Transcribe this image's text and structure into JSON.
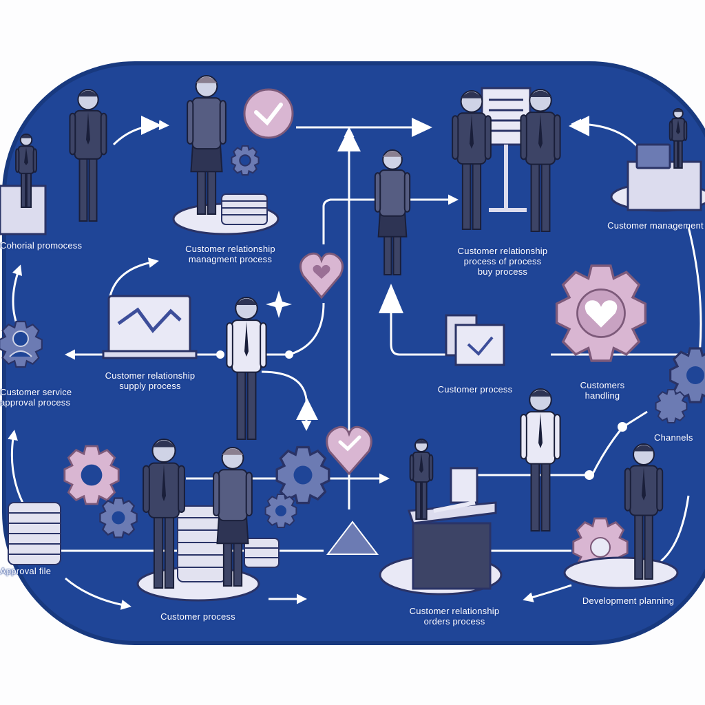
{
  "colors": {
    "background": "#fdfdfe",
    "panel": "#1f4597",
    "panel_edge": "#18397f",
    "arrow": "#ffffff",
    "suit": "#3d4466",
    "suit_light": "#565d82",
    "skin": "#cfd3e6",
    "pink": "#d9b6d2",
    "pink_dark": "#9a6f95",
    "desk": "#dcdcee",
    "gear_blue": "#6c7bb3",
    "platform": "#e9e9f6"
  },
  "labels": {
    "l1": "Cohorial promocess",
    "l2a": "Customer relationship",
    "l2b": "managment process",
    "l3a": "Customer relationship",
    "l3b": "process of process",
    "l3c": "buy process",
    "l4": "Customer management",
    "l5a": "Customer relationship",
    "l5b": "supply process",
    "l6a": "Customer service",
    "l6b": "approval process",
    "l7": "Customer process",
    "l8a": "Customers",
    "l8b": "handling",
    "l9": "Channels",
    "l10": "Approval file",
    "l11": "Customer process",
    "l12a": "Customer relationship",
    "l12b": "orders process",
    "l13": "Development planning"
  }
}
